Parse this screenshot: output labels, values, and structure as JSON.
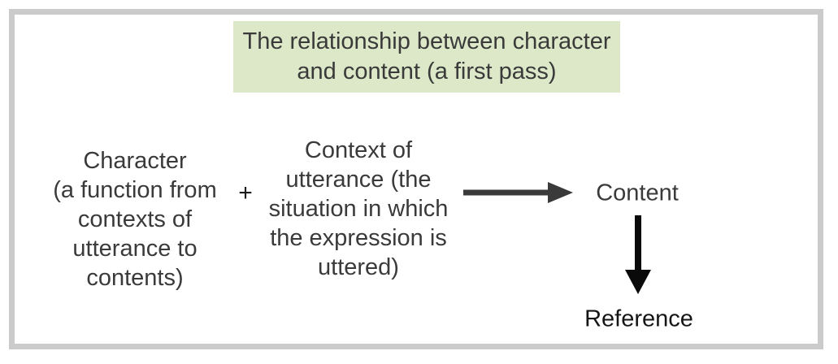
{
  "diagram": {
    "title": "The relationship between character\nand content (a first pass)",
    "nodes": {
      "character": "Character\n(a function from\ncontexts of\nutterance to\ncontents)",
      "plus": "+",
      "context": "Context of\nutterance (the\nsituation in which\nthe expression is\nuttered)",
      "content": "Content",
      "reference": "Reference"
    },
    "icons": {
      "right_arrow": "arrow-right-icon",
      "down_arrow": "arrow-down-icon"
    },
    "colors": {
      "title_background": "#dce8c8",
      "frame_border": "#cbcbcb",
      "text": "#3a3a3a",
      "right_arrow": "#3a3a3a",
      "down_arrow": "#0a0a0a",
      "page_background": "#ffffff"
    }
  }
}
